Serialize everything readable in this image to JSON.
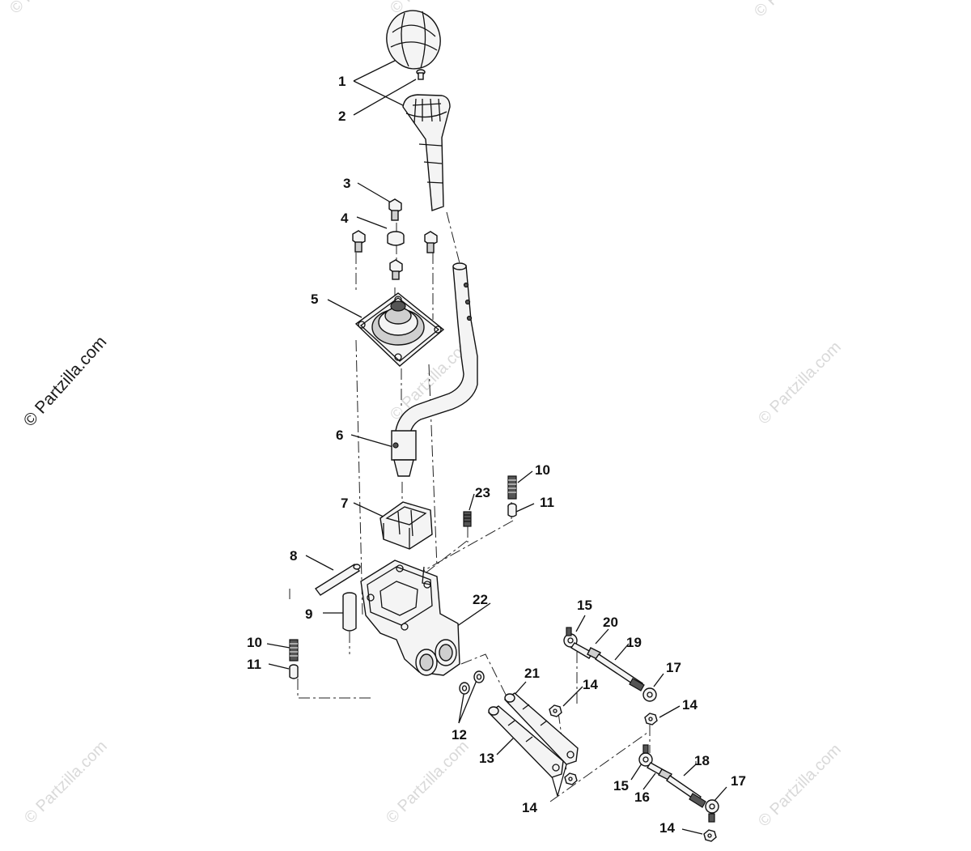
{
  "watermark": {
    "main": "© Partzilla.com",
    "ghost": "© Partzilla.com"
  },
  "callouts": {
    "c1": "1",
    "c2": "2",
    "c3": "3",
    "c4": "4",
    "c5": "5",
    "c6": "6",
    "c7": "7",
    "c8": "8",
    "c9": "9",
    "c10a": "10",
    "c10b": "10",
    "c11a": "11",
    "c11b": "11",
    "c12": "12",
    "c13": "13",
    "c14a": "14",
    "c14b": "14",
    "c14c": "14",
    "c14d": "14",
    "c15a": "15",
    "c15b": "15",
    "c16": "16",
    "c17a": "17",
    "c17b": "17",
    "c18": "18",
    "c19": "19",
    "c20": "20",
    "c21": "21",
    "c22": "22",
    "c23": "23"
  }
}
